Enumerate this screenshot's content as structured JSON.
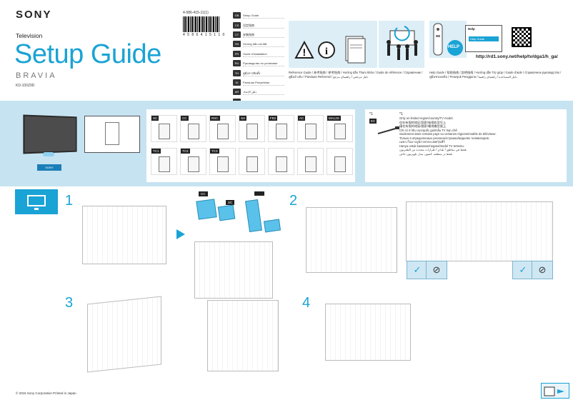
{
  "header": {
    "brand": "SONY",
    "product": "Television",
    "title": "Setup Guide",
    "series": "BRAVIA",
    "model": "KD-100Z9D",
    "part_number": "4-586-415-11(1)",
    "barcode_number": "4 5 8 6 4 1 5 1 1 0"
  },
  "languages": [
    {
      "code": "GB",
      "text": "Setup Guide"
    },
    {
      "code": "CS",
      "text": "设定指南"
    },
    {
      "code": "CT",
      "text": "安裝指南"
    },
    {
      "code": "VN",
      "text": "Hướng dẫn cài đặt"
    },
    {
      "code": "FR",
      "text": "Guide d'installation"
    },
    {
      "code": "RU",
      "text": "Руководство по установке"
    },
    {
      "code": "TH",
      "text": "คู่มือการติดตั้ง"
    },
    {
      "code": "ID",
      "text": "Panduan Penyetelan"
    },
    {
      "code": "AR",
      "text": "دليل الإعداد"
    },
    {
      "code": "PE",
      "text": "راهنمای نصب"
    }
  ],
  "reference": {
    "text": "Reference Guide / 参考指南 / 參考指南 / Hướng dẫn Tham khảo / Guide de référence / Справочник / คู่มืออ้างอิง / Panduan Referensi / دليل مرجعي / راهنمای مرجع"
  },
  "help": {
    "badge": "HELP",
    "panel_title": "Help",
    "panel_item": "Help Guide",
    "text": "Help Guide / 帮助指南 / 說明指南 / Hướng dẫn Trợ giúp / Guide d'aide / Справочное руководство / คู่มือช่วยเหลือ / Petunjuk Pengguna / دليل المساعدة / راهنمای راهنما",
    "url": "http://rd1.sony.net/help/tv/dga1/h_ga/"
  },
  "accessories": [
    {
      "tag": "SC"
    },
    {
      "tag": "CC"
    },
    {
      "tag": "RSC"
    },
    {
      "tag": "SH"
    },
    {
      "tag": "FB2"
    },
    {
      "tag": "AC"
    },
    {
      "tag": "MAL2S"
    },
    {
      "tag": "TC1"
    },
    {
      "tag": "TC2"
    },
    {
      "tag": "TC3"
    },
    {
      "tag": ""
    },
    {
      "tag": ""
    },
    {
      "tag": ""
    },
    {
      "tag": ""
    }
  ],
  "note": {
    "marker": "*1",
    "tag": "EC",
    "lines": [
      "Only on limited region/country/TV model.",
      "仅在有限的地区/国家/电视机型号上",
      "僅在有限的地區/國家/電視機型號上",
      "Chỉ có ở khu vực/quốc gia/mẫu TV hạn chế.",
      "Seulement dans certains pays ou certaines régions/modèle de téléviseur.",
      "Только в определенных регионах/странах/моделях телевизоров.",
      "เฉพาะในบางภูมิภาค/ประเทศ/รุ่นทีวี",
      "Hanya untuk kawasan/negara/model TV tertentu.",
      "فقط في مناطق / بلدان / طرازات محددة من التلفزيون.",
      "فقط در منطقه، کشور، مدل تلویزیون خاص"
    ]
  },
  "tv_label": "SONY",
  "steps": {
    "s1": "1",
    "s2": "2",
    "s3": "3",
    "s4": "4"
  },
  "step1": {
    "card1": "CC",
    "card2": "SC",
    "card3": ""
  },
  "copyright": "© 2016 Sony Corporation   Printed in Japan",
  "colors": {
    "accent": "#1aa3d5",
    "band": "#c6e3f1"
  }
}
